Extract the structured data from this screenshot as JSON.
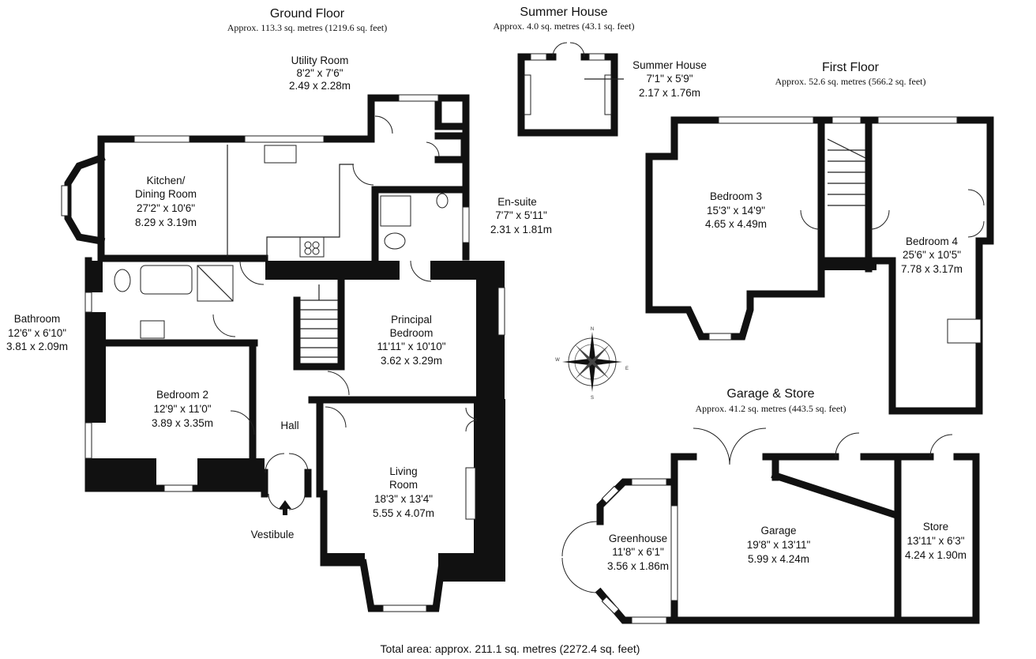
{
  "sections": {
    "ground_floor": {
      "title": "Ground Floor",
      "area": "Approx. 113.3 sq. metres (1219.6 sq. feet)"
    },
    "summer_house": {
      "title": "Summer House",
      "area": "Approx. 4.0 sq. metres (43.1 sq. feet)"
    },
    "first_floor": {
      "title": "First Floor",
      "area": "Approx. 52.6 sq. metres (566.2 sq. feet)"
    },
    "garage_store": {
      "title": "Garage & Store",
      "area": "Approx. 41.2 sq. metres (443.5 sq. feet)"
    }
  },
  "rooms": {
    "utility": {
      "name": "Utility Room",
      "imperial": "8'2\" x 7'6\"",
      "metric": "2.49 x 2.28m"
    },
    "kitchen": {
      "name1": "Kitchen/",
      "name2": "Dining Room",
      "imperial": "27'2\" x 10'6\"",
      "metric": "8.29 x 3.19m"
    },
    "ensuite": {
      "name": "En-suite",
      "imperial": "7'7\" x 5'11\"",
      "metric": "2.31 x 1.81m"
    },
    "bathroom": {
      "name": "Bathroom",
      "imperial": "12'6\" x 6'10\"",
      "metric": "3.81 x 2.09m"
    },
    "principal": {
      "name1": "Principal",
      "name2": "Bedroom",
      "imperial": "11'11\" x 10'10\"",
      "metric": "3.62 x 3.29m"
    },
    "bedroom2": {
      "name": "Bedroom 2",
      "imperial": "12'9\" x 11'0\"",
      "metric": "3.89 x 3.35m"
    },
    "hall": {
      "name": "Hall"
    },
    "vestibule": {
      "name": "Vestibule"
    },
    "living": {
      "name1": "Living",
      "name2": "Room",
      "imperial": "18'3\" x 13'4\"",
      "metric": "5.55 x 4.07m"
    },
    "summer_house": {
      "name": "Summer House",
      "imperial": "7'1\" x 5'9\"",
      "metric": "2.17 x 1.76m"
    },
    "bedroom3": {
      "name": "Bedroom 3",
      "imperial": "15'3\" x 14'9\"",
      "metric": "4.65 x 4.49m"
    },
    "bedroom4": {
      "name": "Bedroom 4",
      "imperial": "25'6\" x 10'5\"",
      "metric": "7.78 x 3.17m"
    },
    "greenhouse": {
      "name": "Greenhouse",
      "imperial": "11'8\" x 6'1\"",
      "metric": "3.56 x 1.86m"
    },
    "garage": {
      "name": "Garage",
      "imperial": "19'8\" x 13'11\"",
      "metric": "5.99 x 4.24m"
    },
    "store": {
      "name": "Store",
      "imperial": "13'11\" x 6'3\"",
      "metric": "4.24 x 1.90m"
    }
  },
  "compass": {
    "n": "N",
    "s": "S",
    "e": "E",
    "w": "W"
  },
  "total": "Total area: approx. 211.1 sq. metres (2272.4 sq. feet)"
}
